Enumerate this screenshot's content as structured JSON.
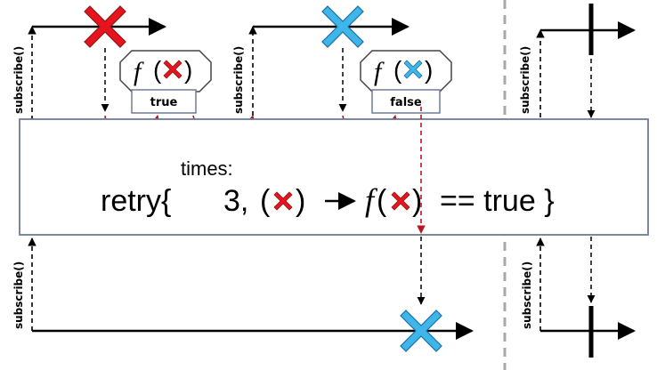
{
  "colors": {
    "error_red": "#e8141d",
    "error_outline": "#8a1a1a",
    "cancel_blue": "#3fb6ea",
    "cancel_outline": "#1b6fa0",
    "retry_arrow": "#c0141c",
    "box_border": "#6d7c96",
    "divider": "#a8a8a8"
  },
  "labels": {
    "subscribe": "subscribe()",
    "operator_prefix": "retry{",
    "times_label": "times:",
    "times_value": "3,",
    "predicate_fn": "f",
    "equals_clause": "== true }",
    "result_true": "true",
    "result_false": "false"
  },
  "icons": {
    "error_marker": "x-cross-icon",
    "complete_marker": "vertical-bar-icon"
  }
}
